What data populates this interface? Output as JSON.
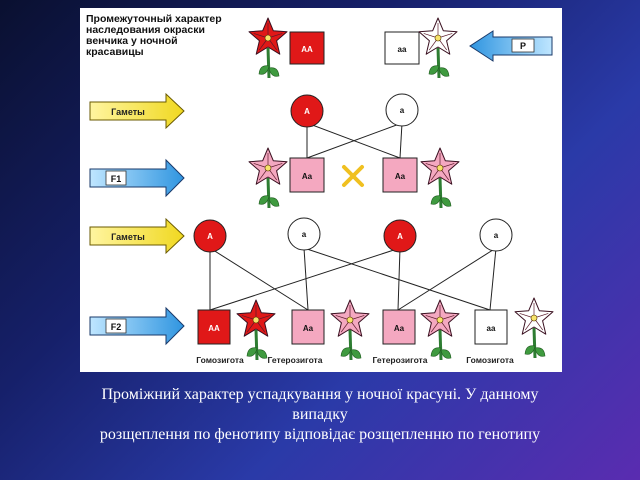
{
  "diagram": {
    "title_lines": [
      "Промежуточный характер",
      "наследования окраски",
      "венчика у ночной",
      "красавицы"
    ],
    "arrows": {
      "p": "P",
      "gametes_1": "Гаметы",
      "f1": "F1",
      "gametes_2": "Гаметы",
      "f2": "F2"
    },
    "parents": {
      "left": "AA",
      "right": "aa"
    },
    "gametes_p": [
      "A",
      "a"
    ],
    "f1": {
      "left": "Aa",
      "right": "Aa"
    },
    "gametes_f1": [
      "A",
      "a",
      "A",
      "a"
    ],
    "f2": [
      "AA",
      "Aa",
      "Aa",
      "aa"
    ],
    "f2_labels": [
      "Гомозигота",
      "Гетерозигота",
      "Гетерозигота",
      "Гомозигота"
    ],
    "colors": {
      "red": "#e01818",
      "pink": "#f4a8c0",
      "white": "#ffffff",
      "arrow_yellow": "#f6e63a",
      "arrow_blue": "#3aa6e8",
      "cross": "#f0c020"
    }
  },
  "caption": {
    "lines": [
      "Проміжний характер успадкування у ночної красуні. У данному",
      "випадку",
      "розщеплення по фенотипу відповідає розщепленню по генотипу"
    ]
  }
}
